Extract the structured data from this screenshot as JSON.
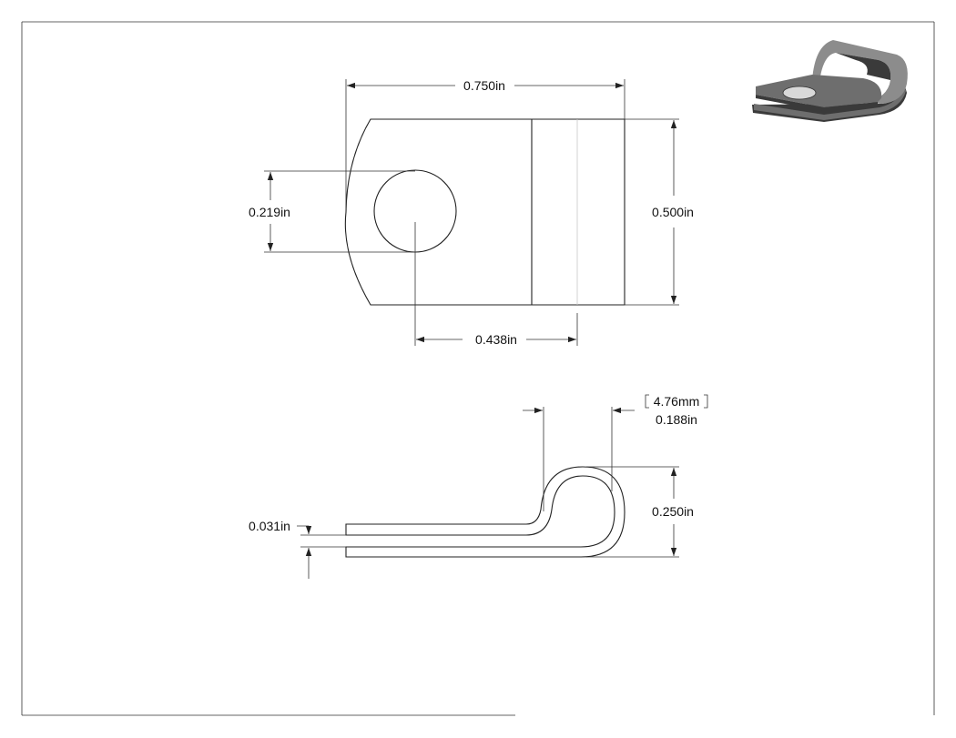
{
  "drawing": {
    "top_view": {
      "overall_width": "0.750in",
      "overall_height": "0.500in",
      "hole_diameter": "0.219in",
      "hole_to_loop": "0.438in"
    },
    "side_view": {
      "loop_id_metric": "4.76mm",
      "loop_id_imperial": "0.188in",
      "loop_height": "0.250in",
      "material_thickness": "0.031in"
    },
    "iso_view": {
      "fill_color": "#6e6e6e",
      "dark_color": "#3a3a3a",
      "light_color": "#8c8c8c"
    },
    "line_color": "#222222"
  }
}
